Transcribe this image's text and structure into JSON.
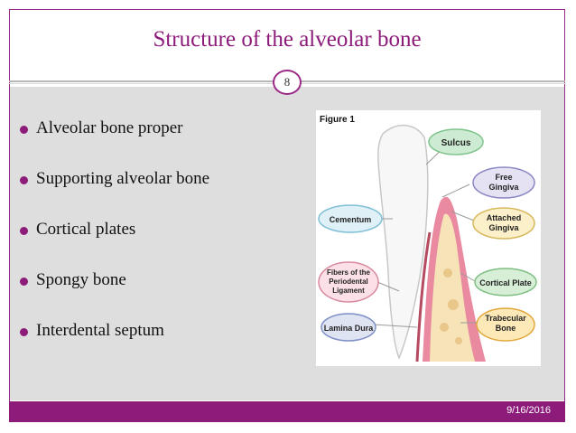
{
  "slide": {
    "title": "Structure of the alveolar bone",
    "page_number": "8",
    "date": "9/16/2016"
  },
  "bullets": [
    "Alveolar bone proper",
    "Supporting alveolar bone",
    "Cortical plates",
    "Spongy bone",
    "Interdental septum"
  ],
  "figure": {
    "caption": "Figure 1",
    "labels": {
      "sulcus": "Sulcus",
      "free_gingiva_1": "Free",
      "free_gingiva_2": "Gingiva",
      "attached_gingiva_1": "Attached",
      "attached_gingiva_2": "Gingiva",
      "cementum": "Cementum",
      "fibers_1": "Fibers of the",
      "fibers_2": "Periodental",
      "fibers_3": "Ligament",
      "cortical_plate": "Cortical Plate",
      "lamina_dura": "Lamina Dura",
      "trabecular_1": "Trabecular",
      "trabecular_2": "Bone"
    }
  },
  "colors": {
    "accent": "#8c1b7a",
    "content_bg": "#dedede"
  }
}
